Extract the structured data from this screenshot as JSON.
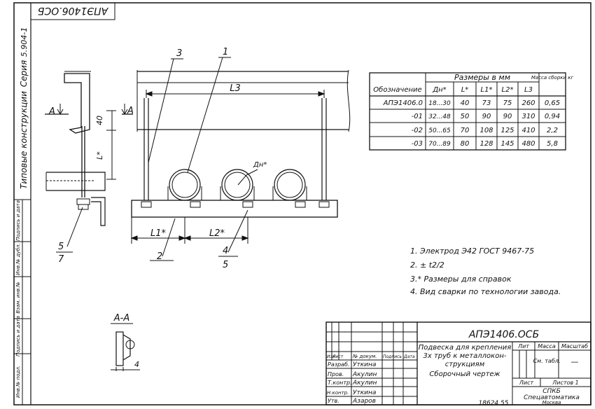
{
  "sheet": {
    "designation_mirrored": "АПЭ1406.ОСБ",
    "series_label": "Серия",
    "series_value": "5.904-1",
    "vertical_title": "Типовые конструкции",
    "page_number": "18624   55"
  },
  "left_strip": [
    "Инв.№ подл.",
    "Подпись и дата",
    "Взам. инв.№",
    "Инв.№ дубл.",
    "Подпись и дата"
  ],
  "callouts": {
    "c1": "1",
    "c2": "2",
    "c3": "3",
    "c4": "4",
    "c5": "5",
    "c5b": "5",
    "c7": "7"
  },
  "dimensions": {
    "L3": "L3",
    "L1": "L1*",
    "L2": "L2*",
    "L": "L*",
    "h40": "40",
    "Dn": "Дн*",
    "weld": "4",
    "section_a": "А",
    "section_aa": "А-А"
  },
  "table": {
    "header_group": "Размеры в мм",
    "mass_header": "Масса сборки кг",
    "columns": [
      "Обозначение",
      "Дн*",
      "L*",
      "L1*",
      "L2*",
      "L3"
    ],
    "rows": [
      {
        "id": "АПЭ1406.0",
        "dn": "18...30",
        "l": "40",
        "l1": "73",
        "l2": "75",
        "l3": "260",
        "mass": "0,65"
      },
      {
        "id": "-01",
        "dn": "32...48",
        "l": "50",
        "l1": "90",
        "l2": "90",
        "l3": "310",
        "mass": "0,94"
      },
      {
        "id": "-02",
        "dn": "50...65",
        "l": "70",
        "l1": "108",
        "l2": "125",
        "l3": "410",
        "mass": "2,2"
      },
      {
        "id": "-03",
        "dn": "70...89",
        "l": "80",
        "l1": "128",
        "l2": "145",
        "l3": "480",
        "mass": "5,8"
      }
    ]
  },
  "notes": [
    "1. Электрод Э42 ГОСТ 9467-75",
    "2. ± t2/2",
    "3.* Размеры для справок",
    "4. Вид сварки по технологии завода."
  ],
  "title_block": {
    "code": "АПЭ1406.ОСБ",
    "name_lines": [
      "Подвеска для крепления",
      "3х труб к металлокон-",
      "струкциям",
      "Сборочный чертеж"
    ],
    "col_headers": [
      "Изм",
      "Лист",
      "№ докум.",
      "Подпись",
      "Дата"
    ],
    "people": [
      {
        "role": "Разраб.",
        "name": "Уткина"
      },
      {
        "role": "Пров.",
        "name": "Акулин"
      },
      {
        "role": "Т.контр.",
        "name": "Акулин"
      },
      {
        "role": "Н.контр.",
        "name": "Уткина"
      },
      {
        "role": "Утв.",
        "name": "Азаров"
      }
    ],
    "lit_label": "Лит",
    "mass_label": "Масса",
    "scale_label": "Масштаб",
    "mass_value": "См. табл.",
    "scale_value": "—",
    "sheet_label": "Лист",
    "sheets_label": "Листов 1",
    "org_lines": [
      "СПКБ",
      "Спецавтоматика",
      "Москва"
    ]
  }
}
